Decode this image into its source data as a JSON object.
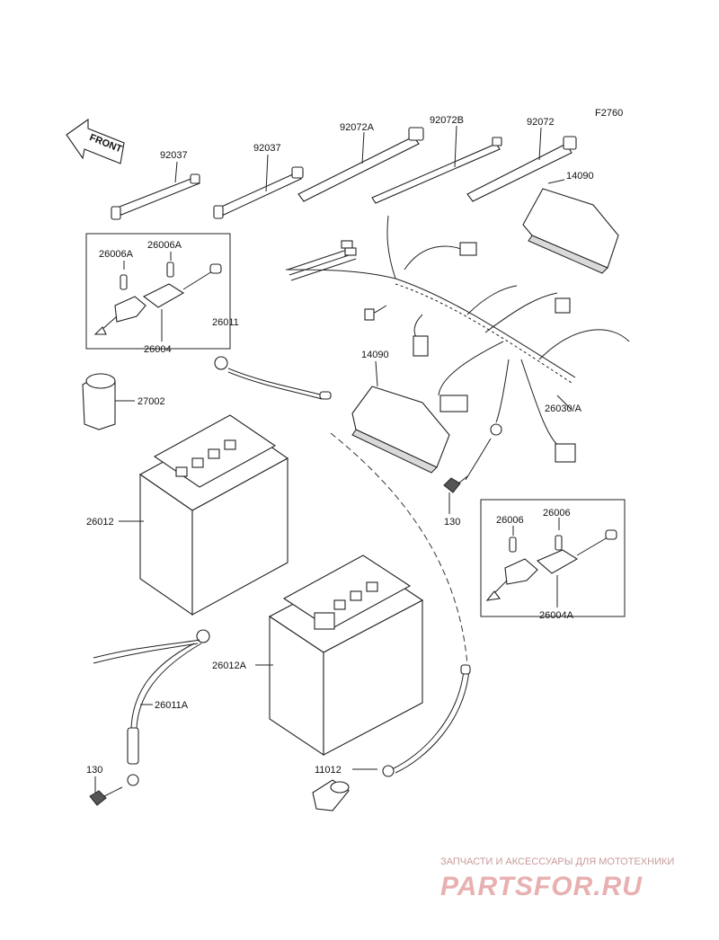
{
  "figure_code": "F2760",
  "direction_label": "FRONT",
  "parts": {
    "strap_92037_left": "92037",
    "strap_92037_right": "92037",
    "band_92072A": "92072A",
    "band_92072B": "92072B",
    "band_92072": "92072",
    "cover_14090_top": "14090",
    "cover_14090_mid": "14090",
    "fuse_26006A_1": "26006A",
    "fuse_26006A_2": "26006A",
    "holder_26004": "26004",
    "lead_26011": "26011",
    "relay_27002": "27002",
    "battery_26012": "26012",
    "harness_26030A": "26030/A",
    "bolt_130_top": "130",
    "fuse_26006_1": "26006",
    "fuse_26006_2": "26006",
    "holder_26004A": "26004A",
    "battery_26012A": "26012A",
    "lead_26011A": "26011A",
    "bolt_130_bottom": "130",
    "cap_11012": "11012"
  },
  "watermark": {
    "tagline": "ЗАПЧАСТИ И АКСЕССУАРЫ ДЛЯ МОТОТЕХНИКИ",
    "logo": "PARTSFOR.RU",
    "color": "#e8b0b0"
  }
}
